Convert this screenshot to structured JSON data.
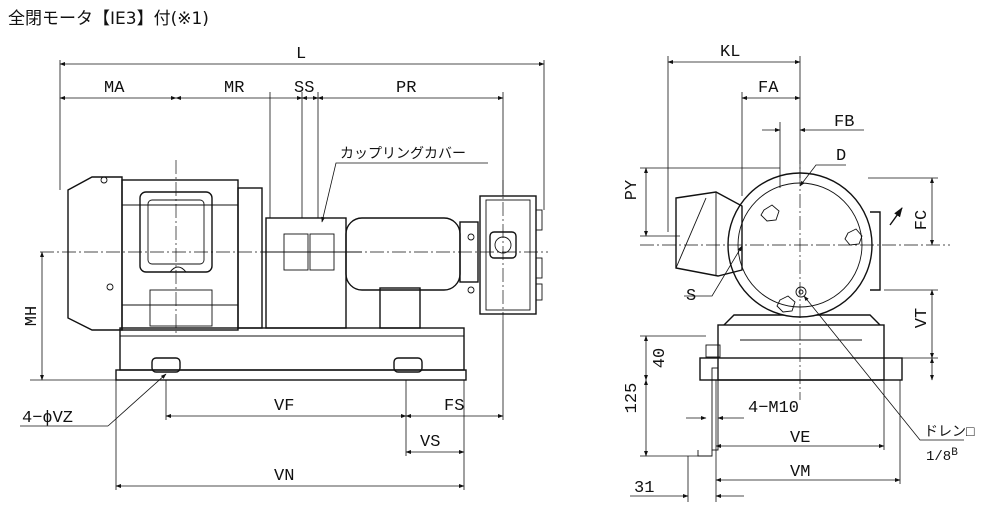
{
  "title": "全閉モータ【IE3】付(※1)",
  "side_view": {
    "dims": {
      "L": "L",
      "MA": "MA",
      "MR": "MR",
      "SS": "SS",
      "PR": "PR",
      "MH": "MH",
      "VF": "VF",
      "FS": "FS",
      "VS": "VS",
      "VN": "VN",
      "hole": "4−ϕVZ"
    },
    "coupling_cover": "カップリングカバー"
  },
  "end_view": {
    "dims": {
      "KL": "KL",
      "FA": "FA",
      "FB": "FB",
      "D": "D",
      "PY": "PY",
      "FC": "FC",
      "S": "S",
      "VT": "VT",
      "h40": "40",
      "h125": "125",
      "bolt": "4−M10",
      "VE": "VE",
      "VM": "VM",
      "w31": "31"
    },
    "drain_label": "ドレン□",
    "drain_size": "1/8",
    "drain_suffix": "B"
  }
}
